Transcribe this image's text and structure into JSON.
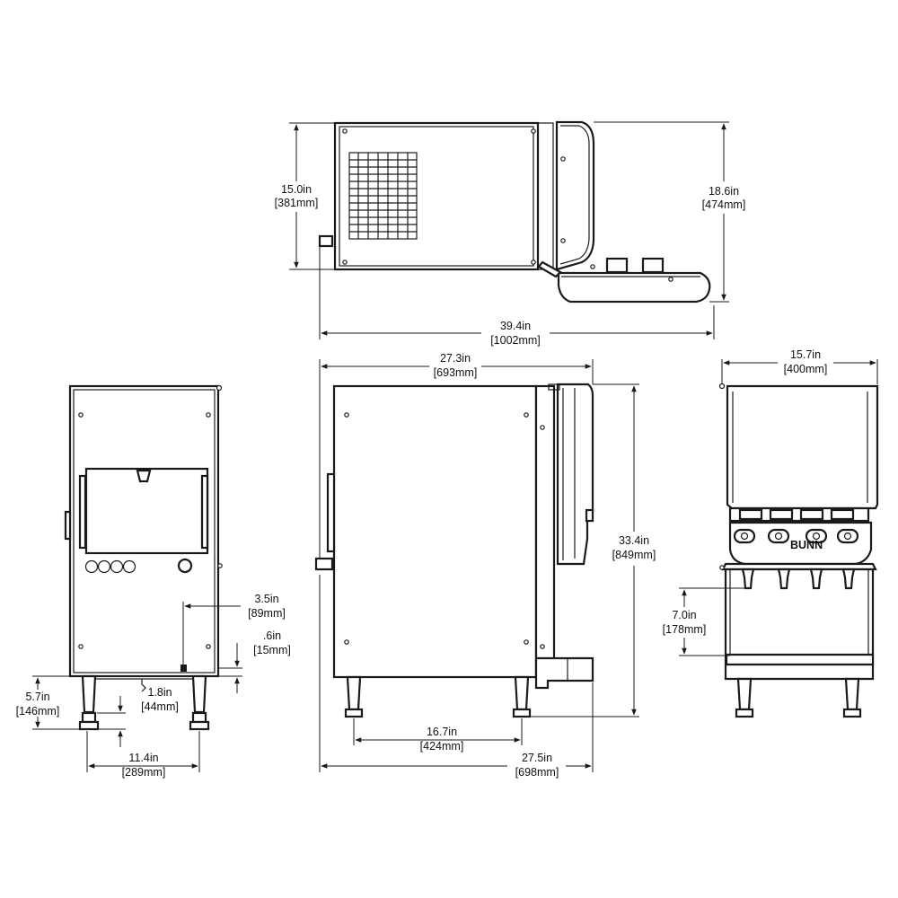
{
  "dimensions": {
    "top_depth": {
      "inches": "15.0in",
      "mm": "[381mm]"
    },
    "top_depth_open": {
      "inches": "18.6in",
      "mm": "[474mm]"
    },
    "top_width": {
      "inches": "39.4in",
      "mm": "[1002mm]"
    },
    "side_depth": {
      "inches": "27.3in",
      "mm": "[693mm]"
    },
    "side_height": {
      "inches": "33.4in",
      "mm": "[849mm]"
    },
    "side_leg_span": {
      "inches": "16.7in",
      "mm": "[424mm]"
    },
    "side_depth_total": {
      "inches": "27.5in",
      "mm": "[698mm]"
    },
    "front_width": {
      "inches": "15.7in",
      "mm": "[400mm]"
    },
    "front_clearance": {
      "inches": "7.0in",
      "mm": "[178mm]"
    },
    "back_port_offset": {
      "inches": "3.5in",
      "mm": "[89mm]"
    },
    "back_port_height": {
      "inches": ".6in",
      "mm": "[15mm]"
    },
    "back_leg_height": {
      "inches": "5.7in",
      "mm": "[146mm]"
    },
    "back_leg_adjust": {
      "inches": "1.8in",
      "mm": "[44mm]"
    },
    "back_leg_span": {
      "inches": "11.4in",
      "mm": "[289mm]"
    }
  },
  "logo_text": "BUNN"
}
